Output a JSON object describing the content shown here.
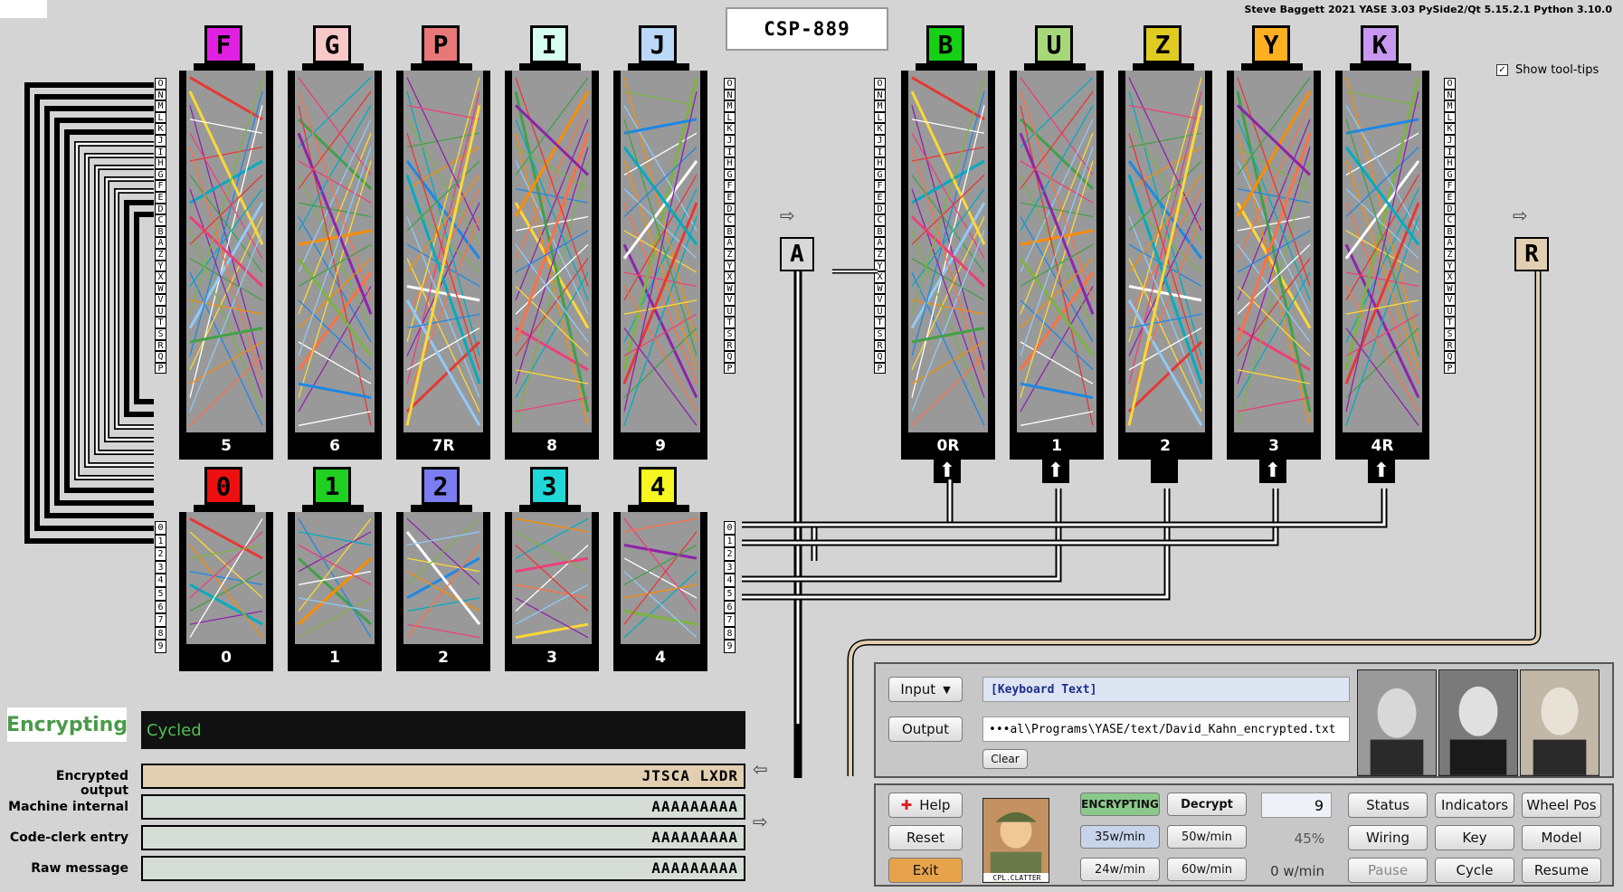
{
  "header": {
    "credits": "Steve Baggett 2021  YASE 3.03  PySide2/Qt 5.15.2.1  Python 3.10.0",
    "machine_title": "CSP-889",
    "tooltips_label": "Show tool-tips",
    "tooltips_checked": true
  },
  "cipher_rotors": [
    {
      "label": "F",
      "color": "#e020e0",
      "wheel": "5"
    },
    {
      "label": "G",
      "color": "#f7c8c8",
      "wheel": "6"
    },
    {
      "label": "P",
      "color": "#e87878",
      "wheel": "7R"
    },
    {
      "label": "I",
      "color": "#d6fff0",
      "wheel": "8"
    },
    {
      "label": "J",
      "color": "#bcd8f8",
      "wheel": "9"
    }
  ],
  "index_rotors": [
    {
      "label": "0",
      "color": "#ee1010",
      "wheel": "0"
    },
    {
      "label": "1",
      "color": "#20d020",
      "wheel": "1"
    },
    {
      "label": "2",
      "color": "#7a7cf0",
      "wheel": "2"
    },
    {
      "label": "3",
      "color": "#20d8d8",
      "wheel": "3"
    },
    {
      "label": "4",
      "color": "#f6f620",
      "wheel": "4"
    }
  ],
  "control_rotors": [
    {
      "label": "B",
      "color": "#16d016",
      "wheel": "0R"
    },
    {
      "label": "U",
      "color": "#a6d87a",
      "wheel": "1"
    },
    {
      "label": "Z",
      "color": "#e0cc20",
      "wheel": "2"
    },
    {
      "label": "Y",
      "color": "#ffb020",
      "wheel": "3"
    },
    {
      "label": "K",
      "color": "#c898f0",
      "wheel": "4R"
    }
  ],
  "letters_left": [
    "O",
    "N",
    "M",
    "L",
    "K",
    "J",
    "I",
    "H",
    "G",
    "F",
    "E",
    "D",
    "C",
    "B",
    "A",
    "Z",
    "Y",
    "X",
    "W",
    "V",
    "U",
    "T",
    "S",
    "R",
    "Q",
    "P"
  ],
  "digits": [
    "0",
    "1",
    "2",
    "3",
    "4",
    "5",
    "6",
    "7",
    "8",
    "9"
  ],
  "io": {
    "input_label": "A",
    "output_label": "R"
  },
  "status": {
    "mode": "Encrypting",
    "message": "Cycled"
  },
  "rows": [
    {
      "label": "Encrypted output",
      "value": "JTSCA LXDR",
      "bg": "#e2cfb2"
    },
    {
      "label": "Machine internal",
      "value": "AAAAAAAAA",
      "bg": "#d6ddd6"
    },
    {
      "label": "Code-clerk entry",
      "value": "AAAAAAAAA",
      "bg": "#d6ddd6"
    },
    {
      "label": "Raw message",
      "value": "AAAAAAAAA",
      "bg": "#d6ddd6"
    }
  ],
  "io_panel": {
    "input_button": "Input",
    "input_value": "[Keyboard Text]",
    "output_button": "Output",
    "output_value": "•••al\\Programs\\YASE/text/David_Kahn_encrypted.txt",
    "clear_button": "Clear"
  },
  "controls": {
    "help": "Help",
    "reset": "Reset",
    "exit": "Exit",
    "avatar_caption": "CPL.CLATTER",
    "encrypting": "ENCRYPTING",
    "decrypt": "Decrypt",
    "speeds": [
      "35w/min",
      "50w/min",
      "24w/min",
      "60w/min"
    ],
    "count": "9",
    "percent": "45%",
    "rate": "0 w/min",
    "grid": [
      "Status",
      "Indicators",
      "Wheel Pos",
      "Wiring",
      "Key",
      "Model",
      "Pause",
      "Cycle",
      "Resume"
    ]
  }
}
